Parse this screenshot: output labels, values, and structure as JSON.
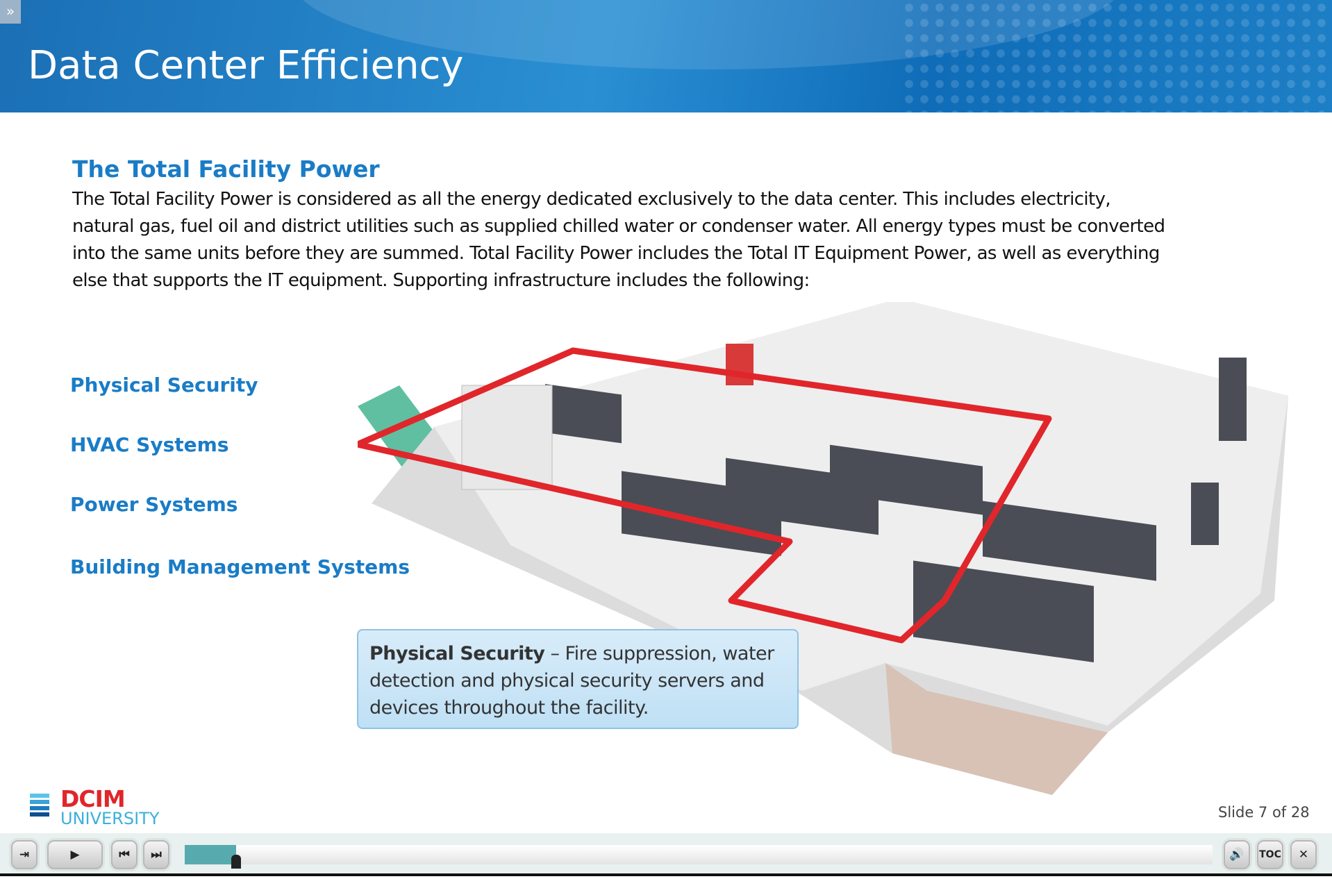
{
  "header": {
    "title": "Data Center Efficiency",
    "menu_icon": "double-chevron-right"
  },
  "content": {
    "section_title": "The Total Facility Power",
    "body": "The Total Facility Power is considered as all the energy dedicated exclusively to the data center. This includes electricity, natural gas, fuel oil and district utilities such as supplied chilled water or condenser water. All energy types must be converted into the same units before they are summed. Total Facility Power includes the Total IT Equipment Power, as well as everything else that supports the IT equipment. Supporting infrastructure includes the following:",
    "topics": [
      "Physical Security",
      "HVAC Systems",
      "Power Systems",
      "Building Management Systems"
    ],
    "callout": {
      "term": "Physical Security",
      "text": " – Fire suppression, water detection and physical security servers and devices throughout the facility."
    }
  },
  "footer": {
    "logo_top": "DCIM",
    "logo_bottom": "UNIVERSITY",
    "slide_label": "Slide 7 of 28"
  },
  "player": {
    "exit_label": "exit-icon",
    "toc_label": "TOC",
    "close_label": "✕",
    "progress": 0.05
  },
  "colors": {
    "accent": "#1a7cc6",
    "highlight": "#e0262b",
    "progress": "#57abaf"
  }
}
